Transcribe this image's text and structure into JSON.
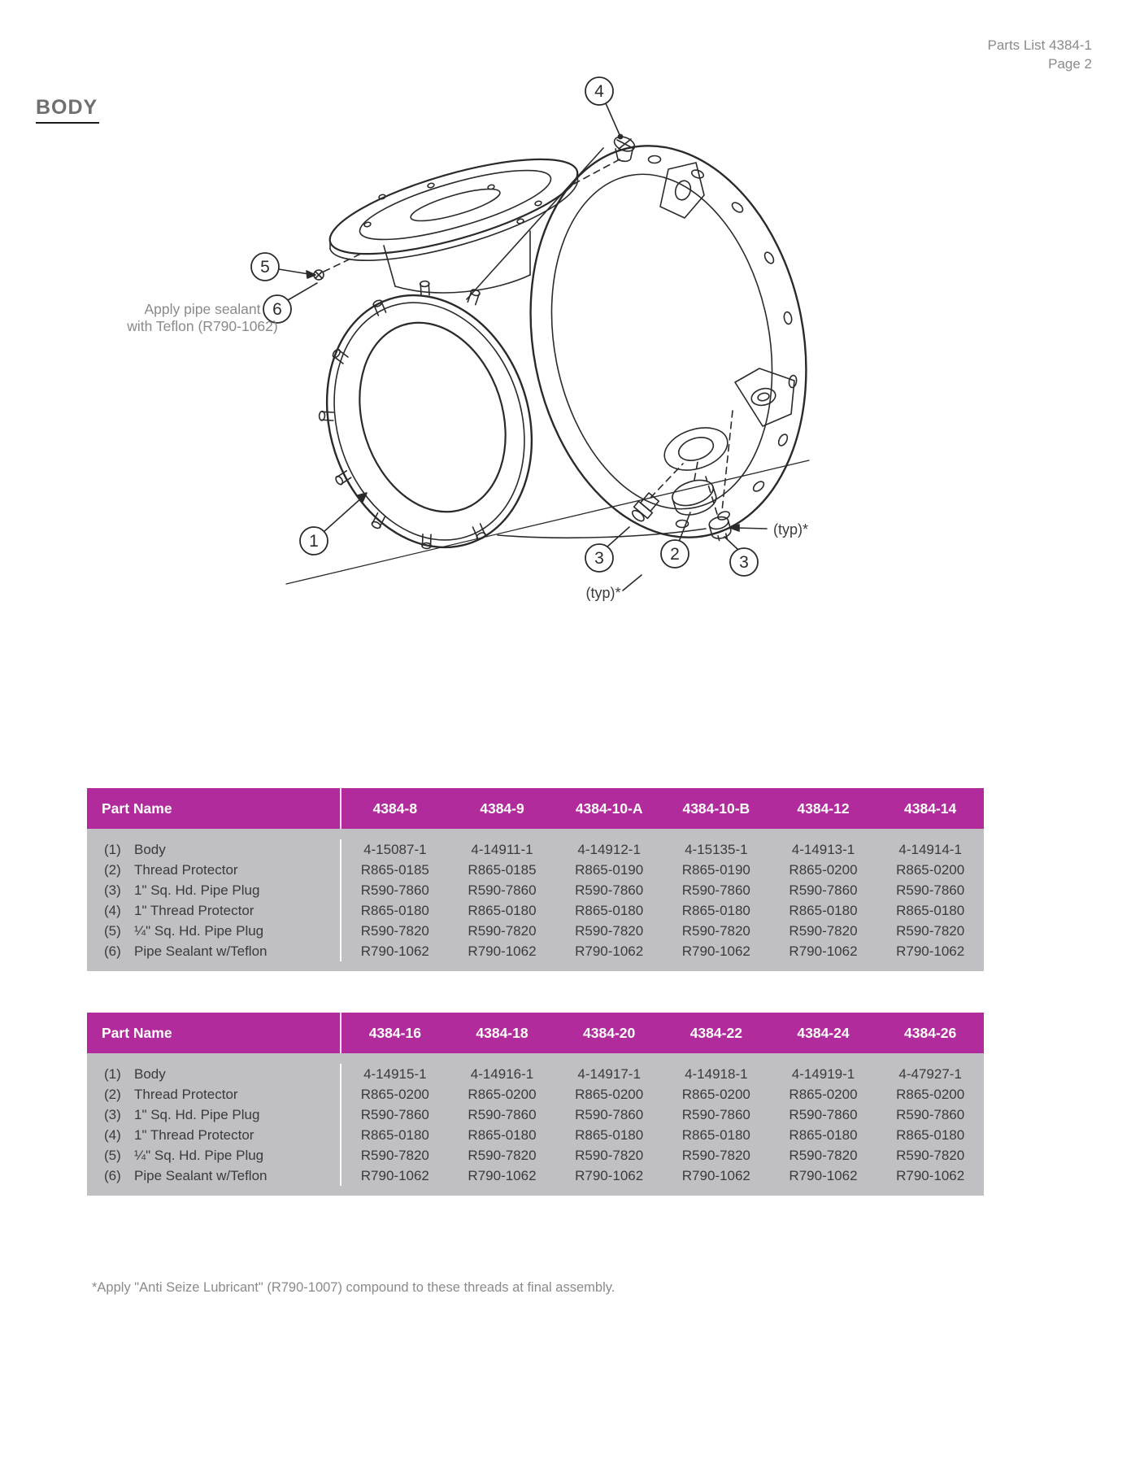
{
  "page_header": {
    "doc_ref": "Parts List 4384-1",
    "page": "Page 2"
  },
  "section": {
    "title": "BODY"
  },
  "diagram": {
    "sealant_note_line1": "Apply pipe sealant",
    "sealant_note_line2": "with Teflon (R790-1062)",
    "typ_label": "(typ)*",
    "balloons": {
      "n1": "1",
      "n2": "2",
      "n3": "3",
      "n4": "4",
      "n5": "5",
      "n6": "6"
    }
  },
  "tables": [
    {
      "name_header": "Part Name",
      "size_headers": [
        "4384-8",
        "4384-9",
        "4384-10-A",
        "4384-10-B",
        "4384-12",
        "4384-14"
      ],
      "rows": [
        {
          "num": "(1)",
          "name": "Body",
          "values": [
            "4-15087-1",
            "4-14911-1",
            "4-14912-1",
            "4-15135-1",
            "4-14913-1",
            "4-14914-1"
          ]
        },
        {
          "num": "(2)",
          "name": "Thread Protector",
          "values": [
            "R865-0185",
            "R865-0185",
            "R865-0190",
            "R865-0190",
            "R865-0200",
            "R865-0200"
          ]
        },
        {
          "num": "(3)",
          "name": "1\" Sq. Hd. Pipe Plug",
          "values": [
            "R590-7860",
            "R590-7860",
            "R590-7860",
            "R590-7860",
            "R590-7860",
            "R590-7860"
          ]
        },
        {
          "num": "(4)",
          "name": "1\" Thread Protector",
          "values": [
            "R865-0180",
            "R865-0180",
            "R865-0180",
            "R865-0180",
            "R865-0180",
            "R865-0180"
          ]
        },
        {
          "num": "(5)",
          "name": "¼\" Sq. Hd. Pipe Plug",
          "values": [
            "R590-7820",
            "R590-7820",
            "R590-7820",
            "R590-7820",
            "R590-7820",
            "R590-7820"
          ]
        },
        {
          "num": "(6)",
          "name": "Pipe Sealant w/Teflon",
          "values": [
            "R790-1062",
            "R790-1062",
            "R790-1062",
            "R790-1062",
            "R790-1062",
            "R790-1062"
          ]
        }
      ]
    },
    {
      "name_header": "Part Name",
      "size_headers": [
        "4384-16",
        "4384-18",
        "4384-20",
        "4384-22",
        "4384-24",
        "4384-26"
      ],
      "rows": [
        {
          "num": "(1)",
          "name": "Body",
          "values": [
            "4-14915-1",
            "4-14916-1",
            "4-14917-1",
            "4-14918-1",
            "4-14919-1",
            "4-47927-1"
          ]
        },
        {
          "num": "(2)",
          "name": "Thread Protector",
          "values": [
            "R865-0200",
            "R865-0200",
            "R865-0200",
            "R865-0200",
            "R865-0200",
            "R865-0200"
          ]
        },
        {
          "num": "(3)",
          "name": "1\" Sq. Hd. Pipe Plug",
          "values": [
            "R590-7860",
            "R590-7860",
            "R590-7860",
            "R590-7860",
            "R590-7860",
            "R590-7860"
          ]
        },
        {
          "num": "(4)",
          "name": "1\" Thread Protector",
          "values": [
            "R865-0180",
            "R865-0180",
            "R865-0180",
            "R865-0180",
            "R865-0180",
            "R865-0180"
          ]
        },
        {
          "num": "(5)",
          "name": "¼\" Sq. Hd. Pipe Plug",
          "values": [
            "R590-7820",
            "R590-7820",
            "R590-7820",
            "R590-7820",
            "R590-7820",
            "R590-7820"
          ]
        },
        {
          "num": "(6)",
          "name": "Pipe Sealant w/Teflon",
          "values": [
            "R790-1062",
            "R790-1062",
            "R790-1062",
            "R790-1062",
            "R790-1062",
            "R790-1062"
          ]
        }
      ]
    }
  ],
  "footnote": "*Apply \"Anti Seize Lubricant\" (R790-1007) compound to these threads at final assembly.",
  "colors": {
    "table_header_bg": "#b12b9d",
    "table_body_bg": "#c0bfc3"
  }
}
